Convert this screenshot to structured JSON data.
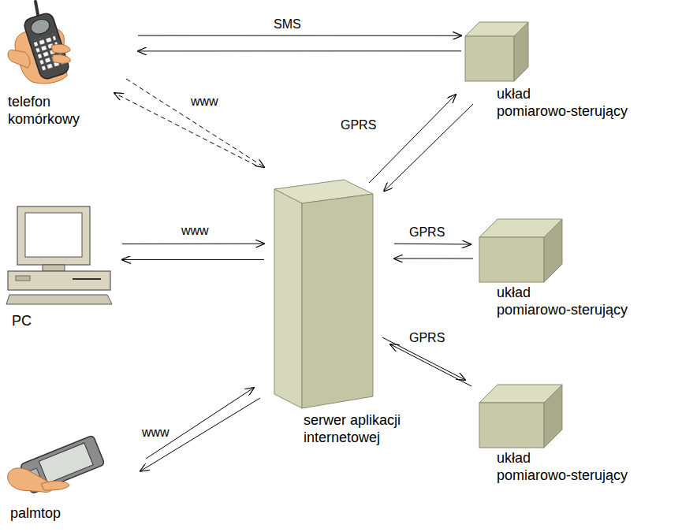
{
  "diagram": {
    "nodes": [
      {
        "text": [
          "telefon komórkowy"
        ]
      },
      {
        "text": [
          "układ pomiarowo-sterujący"
        ]
      },
      {
        "text": [
          "PC"
        ]
      },
      {
        "text": [
          "serwer aplikacji internetowej"
        ]
      },
      {
        "text": [
          "układ pomiarowo-sterujący"
        ]
      },
      {
        "text": [
          "palmtop"
        ]
      },
      {
        "text": [
          "układ pomiarowo-sterujący"
        ]
      }
    ],
    "edges": [
      {
        "from": 0,
        "to": 1,
        "label": "SMS",
        "arrow": "to"
      },
      {
        "from": 1,
        "to": 0,
        "arrow": "to"
      },
      {
        "from": 0,
        "to": 3,
        "label": "www",
        "arrow": "to"
      },
      {
        "from": 3,
        "to": 0,
        "arrow": "to"
      },
      {
        "from": 2,
        "to": 3,
        "label": "www",
        "arrow": "to"
      },
      {
        "from": 3,
        "to": 2,
        "arrow": "to"
      },
      {
        "from": 5,
        "to": 3,
        "label": "www",
        "arrow": "to"
      },
      {
        "from": 3,
        "to": 5,
        "arrow": "to"
      },
      {
        "from": 3,
        "to": 1,
        "label": "GPRS",
        "arrow": "to"
      },
      {
        "from": 1,
        "to": 3,
        "arrow": "to"
      },
      {
        "from": 3,
        "to": 4,
        "label": "GPRS",
        "arrow": "to"
      },
      {
        "from": 4,
        "to": 3,
        "arrow": "to"
      },
      {
        "from": 3,
        "to": 6,
        "label": "GPRS",
        "arrow": "to"
      },
      {
        "from": 6,
        "to": 3,
        "arrow": "to"
      }
    ]
  }
}
